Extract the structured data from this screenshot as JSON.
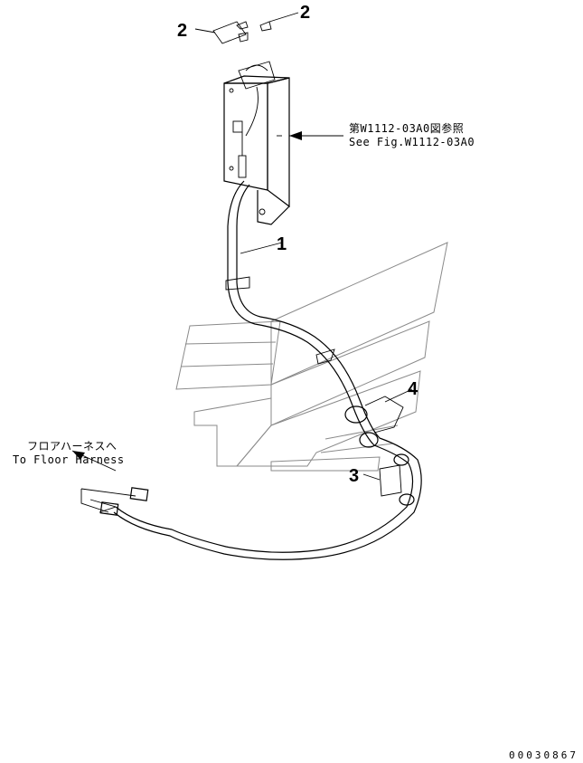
{
  "callouts": {
    "part_1": "1",
    "part_2_left": "2",
    "part_2_right": "2",
    "part_3": "3",
    "part_4": "4"
  },
  "notes": {
    "ref_line1": "第W1112-03A0図参照",
    "ref_line2": "See Fig.W1112-03A0",
    "floor_line1": "フロアハーネスへ",
    "floor_line2": "To Floor Harness"
  },
  "drawing_number": "00030867"
}
